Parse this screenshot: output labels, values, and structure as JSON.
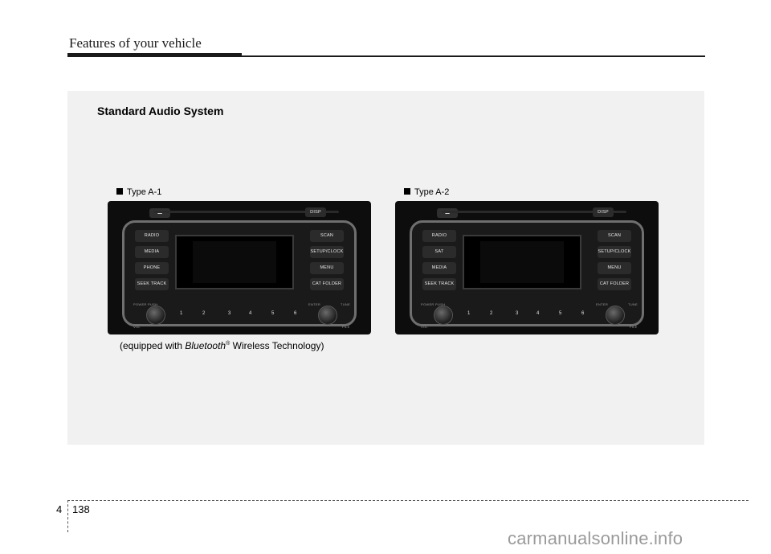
{
  "header": {
    "title": "Features of your vehicle"
  },
  "section": {
    "title": "Standard Audio System"
  },
  "units": [
    {
      "type_label": "Type A-1",
      "disp": "DISP",
      "left_buttons": [
        "RADIO",
        "MEDIA",
        "PHONE",
        "SEEK TRACK"
      ],
      "right_buttons": [
        "SCAN",
        "SETUP/CLOCK",
        "MENU",
        "CAT FOLDER"
      ],
      "labels": {
        "power": "POWER PUSH",
        "vol": "VOL",
        "enter": "ENTER",
        "tune": "TUNE",
        "file": "FILE"
      },
      "presets": [
        "1",
        "2",
        "3",
        "4",
        "5",
        "6"
      ]
    },
    {
      "type_label": "Type A-2",
      "disp": "DISP",
      "left_buttons": [
        "RADIO",
        "SAT",
        "MEDIA",
        "SEEK TRACK"
      ],
      "right_buttons": [
        "SCAN",
        "SETUP/CLOCK",
        "MENU",
        "CAT FOLDER"
      ],
      "labels": {
        "power": "POWER PUSH",
        "vol": "VOL",
        "enter": "ENTER",
        "tune": "TUNE",
        "file": "FILE"
      },
      "presets": [
        "1",
        "2",
        "3",
        "4",
        "5",
        "6"
      ]
    }
  ],
  "caption": {
    "prefix": "(equipped with ",
    "brand": "Bluetooth",
    "reg": "®",
    "suffix": " Wireless Technology)"
  },
  "footer": {
    "section": "4",
    "page": "138"
  },
  "watermark": "carmanualsonline.info"
}
